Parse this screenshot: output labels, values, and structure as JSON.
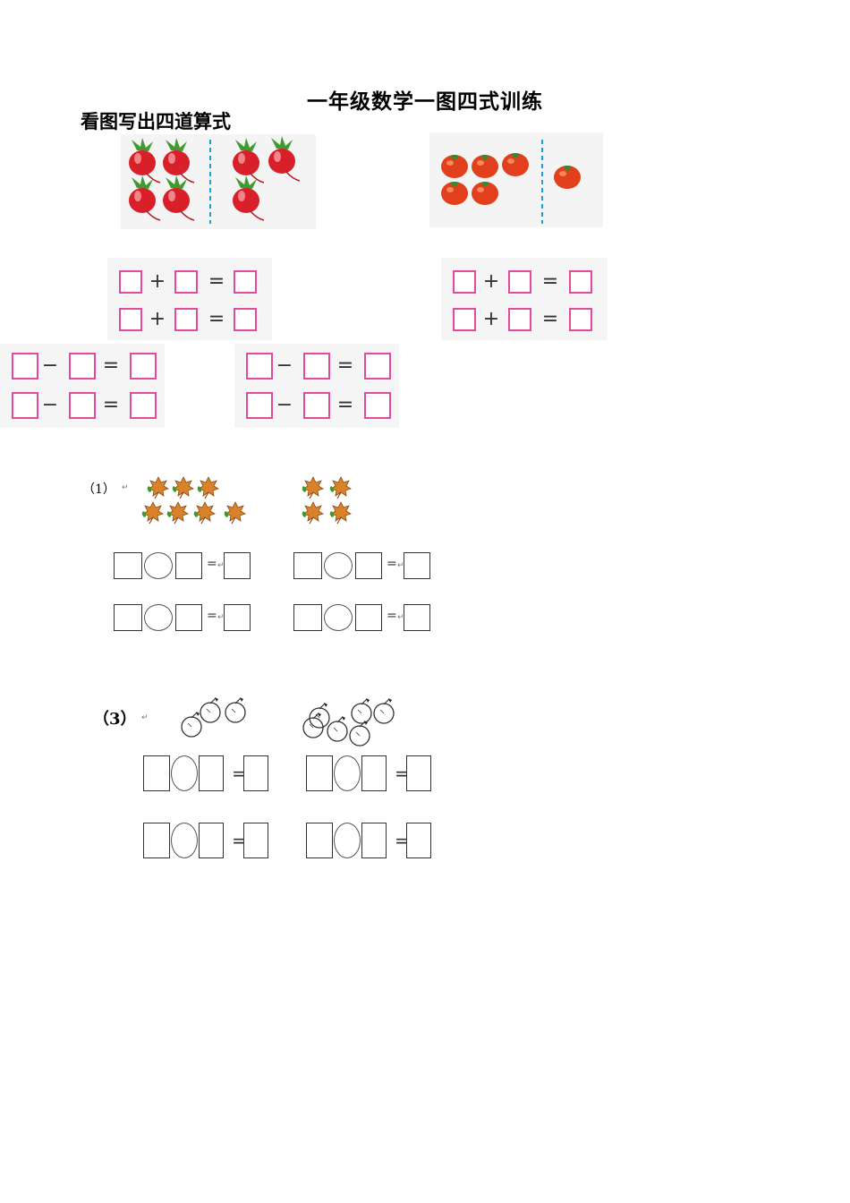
{
  "title": "一年级数学一图四式训练",
  "subtitle": "看图写出四道算式",
  "section1": {
    "label": "（1）",
    "mark": "↵"
  },
  "section3": {
    "label": "（3）",
    "mark": "↵"
  },
  "symbols": {
    "plus": "+",
    "minus": "−",
    "equals": "=",
    "eq_mark": "↵"
  },
  "colors": {
    "box_pink": "#e24a9c",
    "dash_blue": "#1aa0d8",
    "radish_red": "#d81f2a",
    "tomato_red": "#e2401c",
    "leaf_orange": "#d9822b",
    "leaf_green": "#3a9a2a"
  },
  "icons": {
    "radish": "radish-icon",
    "tomato": "tomato-icon",
    "leaf": "maple-leaf-icon",
    "apple": "apple-outline-icon"
  }
}
